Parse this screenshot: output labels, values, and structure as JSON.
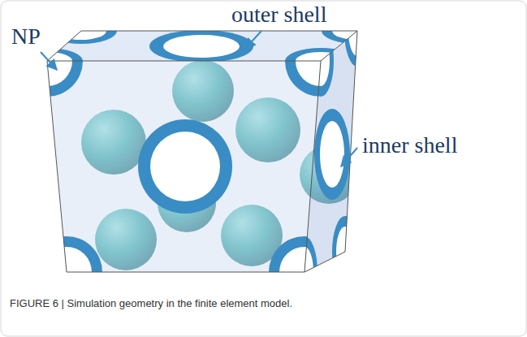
{
  "diagram": {
    "caption": "FIGURE 6 | Simulation geometry in the finite element model.",
    "labels": [
      "NP",
      "outer shell",
      "inner shell"
    ]
  }
}
